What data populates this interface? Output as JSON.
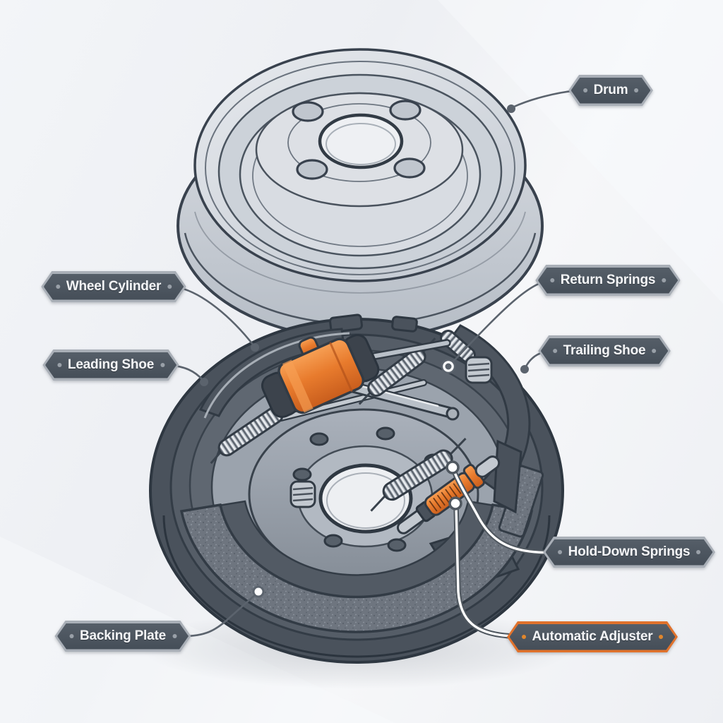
{
  "diagram": {
    "subject": "drum-brake-exploded-diagram",
    "labels": [
      {
        "id": "drum",
        "text": "Drum",
        "accent": false
      },
      {
        "id": "wheel-cylinder",
        "text": "Wheel Cylinder",
        "accent": false
      },
      {
        "id": "leading-shoe",
        "text": "Leading Shoe",
        "accent": false
      },
      {
        "id": "return-springs",
        "text": "Return Springs",
        "accent": false
      },
      {
        "id": "trailing-shoe",
        "text": "Trailing Shoe",
        "accent": false
      },
      {
        "id": "hold-down-springs",
        "text": "Hold-Down Springs",
        "accent": false
      },
      {
        "id": "automatic-adjuster",
        "text": "Automatic Adjuster",
        "accent": true
      },
      {
        "id": "backing-plate",
        "text": "Backing Plate",
        "accent": false
      }
    ],
    "colors": {
      "accent_orange": "#e0722c",
      "orange_light": "#f59a50",
      "badge_fill": "#4a535d",
      "badge_border": "#a9afb7",
      "badge_text": "#f4f5f7",
      "outline": "#323b45",
      "drum_metal": "#d7dbe1",
      "plate_dark": "#4a525c",
      "plate_face": "#9ba3ad",
      "spring_silver": "#c7cdd4",
      "background": "#eef0f4"
    }
  }
}
